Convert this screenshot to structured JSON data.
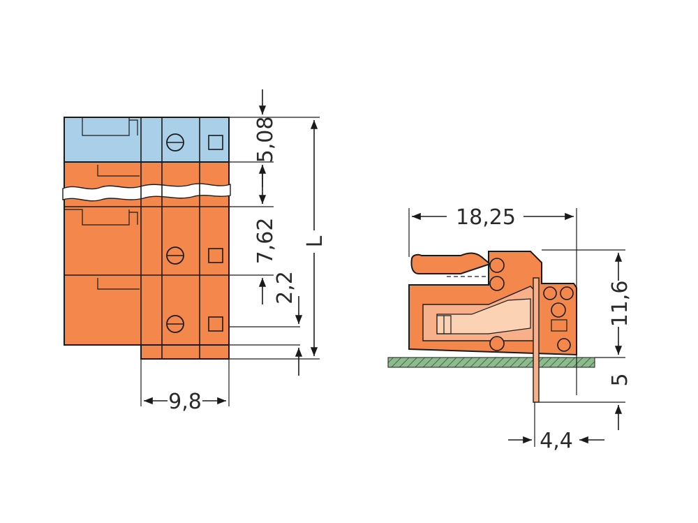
{
  "front_view": {
    "dim_pitch": "5,08",
    "dim_pitch2": "7,62",
    "dim_offset": "2,2",
    "dim_length": "L",
    "dim_width": "9,8"
  },
  "side_view": {
    "dim_depth": "18,25",
    "dim_height": "11,6",
    "dim_pin": "5",
    "dim_pin_offset": "4,4"
  },
  "colors": {
    "housing": "#f4874b",
    "housing_light": "#a9d0e8",
    "outline": "#1a1a1a",
    "pcb": "#6e9e6e"
  }
}
